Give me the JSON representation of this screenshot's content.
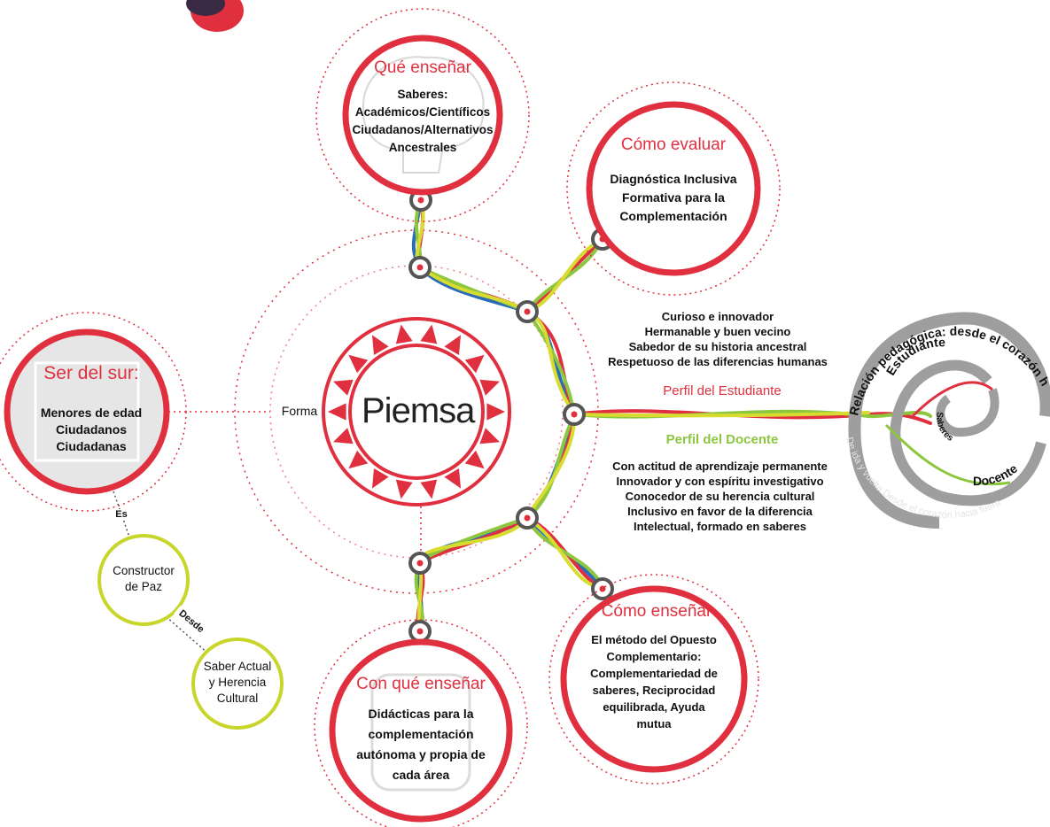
{
  "center": {
    "logo": "Piemsa",
    "forma_label": "Forma"
  },
  "que_ensenar": {
    "title": "Qué enseñar",
    "lines": [
      "Saberes:",
      "Académicos/Científicos",
      "Ciudadanos/Alternativos",
      "Ancestrales"
    ]
  },
  "como_evaluar": {
    "title": "Cómo evaluar",
    "lines": [
      "Diagnóstica Inclusiva",
      "Formativa para la",
      "Complementación"
    ]
  },
  "como_ensenar": {
    "title": "Cómo enseñar",
    "lines": [
      "El método del Opuesto",
      "Complementario:",
      "Complementariedad de",
      "saberes, Reciprocidad",
      "equilibrada, Ayuda",
      "mutua"
    ]
  },
  "con_que_ensenar": {
    "title": "Con qué enseñar",
    "lines": [
      "Didácticas para la",
      "complementación",
      "autónoma y propia de",
      "cada área"
    ]
  },
  "ser_del_sur": {
    "title": "Ser del sur:",
    "lines": [
      "Menores de edad",
      "Ciudadanos",
      "Ciudadanas"
    ]
  },
  "es_label": "Es",
  "desde_label": "Desde",
  "constructor": {
    "lines": [
      "Constructor",
      "de Paz"
    ]
  },
  "saber_actual": {
    "lines": [
      "Saber Actual",
      "y Herencia",
      "Cultural"
    ]
  },
  "perfil_estudiante": {
    "title": "Perfil del Estudiante",
    "lines": [
      "Curioso e innovador",
      "Hermanable y buen vecino",
      "Sabedor de su historia ancestral",
      "Respetuoso de las diferencias humanas"
    ]
  },
  "perfil_docente": {
    "title": "Perfil del Docente",
    "lines": [
      "Con actitud de aprendizaje permanente",
      "Innovador y con espíritu investigativo",
      "Conocedor de su herencia cultural",
      "Inclusivo en favor de la diferencia",
      "Intelectual, formado en saberes"
    ]
  },
  "spiral": {
    "outer_text": "Relación pedagógica: desde el corazón hacia afuera",
    "lower_text": "De ida y vuelta Desde el corazón hacia fuera",
    "estudiante": "Estudiante",
    "docente": "Docente",
    "saberes": "Saberes"
  },
  "colors": {
    "red": "#e0303f",
    "green": "#8dc63f",
    "yellow_green": "#c8d62b",
    "blue": "#2b6cb8",
    "grey": "#9e9e9e"
  }
}
